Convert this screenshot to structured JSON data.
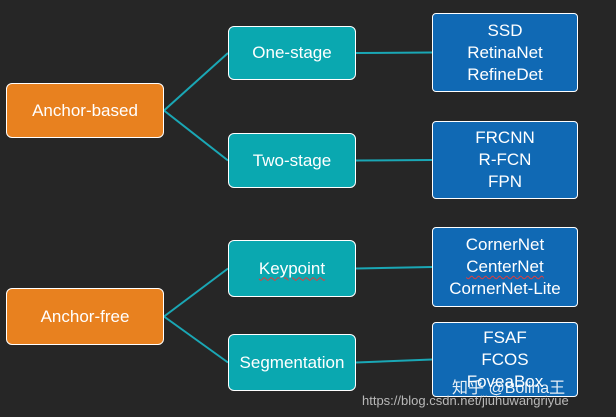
{
  "diagram": {
    "roots": [
      {
        "id": "anchor-based",
        "label": "Anchor-based"
      },
      {
        "id": "anchor-free",
        "label": "Anchor-free"
      }
    ],
    "mids": [
      {
        "id": "one-stage",
        "label": "One-stage",
        "parent": "anchor-based"
      },
      {
        "id": "two-stage",
        "label": "Two-stage",
        "parent": "anchor-based"
      },
      {
        "id": "keypoint",
        "label": "Keypoint",
        "parent": "anchor-free"
      },
      {
        "id": "segmentation",
        "label": "Segmentation",
        "parent": "anchor-free"
      }
    ],
    "leaves": [
      {
        "id": "one-stage-methods",
        "parent": "one-stage",
        "items": [
          "SSD",
          "RetinaNet",
          "RefineDet"
        ]
      },
      {
        "id": "two-stage-methods",
        "parent": "two-stage",
        "items": [
          "FRCNN",
          "R-FCN",
          "FPN"
        ]
      },
      {
        "id": "keypoint-methods",
        "parent": "keypoint",
        "items": [
          "CornerNet",
          "CenterNet",
          "CornerNet-Lite"
        ]
      },
      {
        "id": "segmentation-methods",
        "parent": "segmentation",
        "items": [
          "FSAF",
          "FCOS",
          "FoveaBox"
        ]
      }
    ],
    "edge_color": "#1aa7b5"
  },
  "watermark": {
    "zhihu": "知乎 @Bolina王",
    "url": "https://blog.csdn.net/jiuhuwangriyue"
  }
}
